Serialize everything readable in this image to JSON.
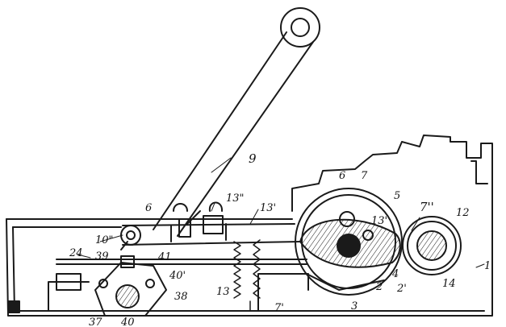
{
  "labels": {
    "l9": "9",
    "l6a": "6",
    "l6b": "6",
    "l7": "7",
    "l5": "5",
    "l13pp": "13\"",
    "l13p_top": "13'",
    "l13p_mid": "13'",
    "l7pp": "7''",
    "l12": "12",
    "l1": "1",
    "l10pp": "10\"",
    "l24": "24",
    "l39": "39",
    "l41": "41",
    "l40p": "40'",
    "l38": "38",
    "l13": "13",
    "l7p": "7'",
    "l3": "3",
    "l2": "2",
    "l2p": "2'",
    "l4": "4",
    "l14": "14",
    "l37": "37",
    "l40": "40"
  },
  "colors": {
    "ink": "#1a1a1a",
    "paper": "#ffffff"
  }
}
